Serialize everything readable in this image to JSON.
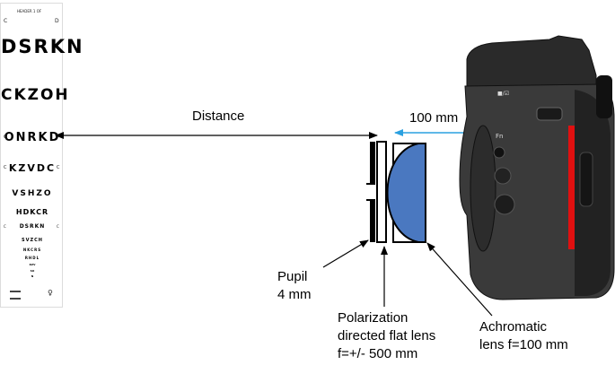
{
  "labels": {
    "distance": "Distance",
    "spacing": "100 mm",
    "pupil_line1": "Pupil",
    "pupil_line2": "4 mm",
    "polarization_line1": "Polarization",
    "polarization_line2": "directed flat lens",
    "polarization_line3": "f=+/- 500 mm",
    "achromatic_line1": "Achromatic",
    "achromatic_line2": "lens f=100 mm"
  },
  "eye_chart": {
    "header": "HEADER 1 OF",
    "rows": [
      "DSRKN",
      "CKZOH",
      "ONRKD",
      "KZVDC",
      "VSHZO",
      "HDKCR",
      "DSRKN",
      "SVZCH",
      "NKCRS",
      "RHDL",
      "KZV",
      "SO",
      "N"
    ],
    "side_marks": [
      "C",
      "D",
      "C",
      "C",
      "C",
      "C",
      "C"
    ]
  },
  "camera": {
    "button_labels": [
      "Fn",
      "■/☑"
    ]
  },
  "colors": {
    "lens_fill": "#4a78c0",
    "sensor_line": "#e01010",
    "spacing_arrow": "#2aa0e0",
    "camera_body": "#3a3a3a"
  }
}
